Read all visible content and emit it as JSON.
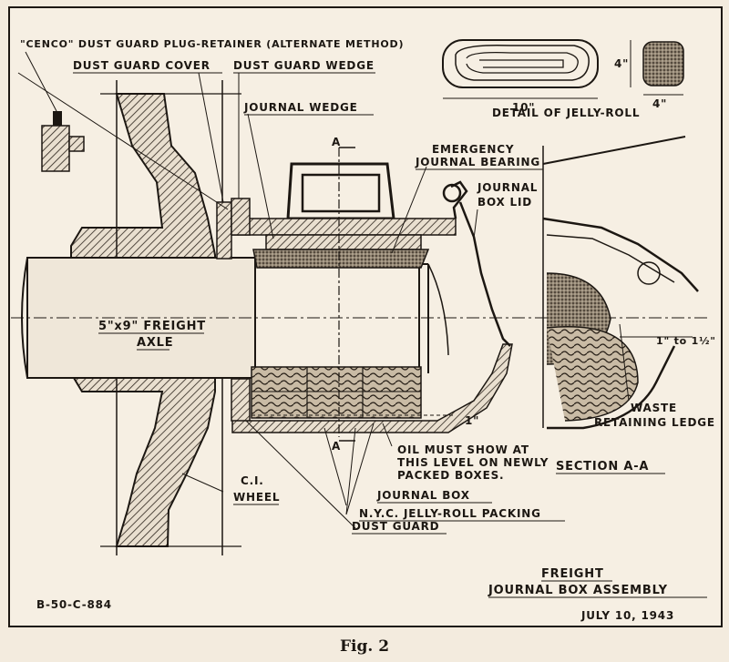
{
  "labels": {
    "plug_retainer": "\"CENCO\" DUST GUARD PLUG-RETAINER (ALTERNATE METHOD)",
    "dust_guard_cover": "DUST GUARD COVER",
    "dust_guard_wedge": "DUST GUARD WEDGE",
    "journal_wedge": "JOURNAL WEDGE",
    "emergency_line1": "EMERGENCY",
    "emergency_line2": "JOURNAL BEARING",
    "lid_line1": "JOURNAL",
    "lid_line2": "BOX LID",
    "axle_line1": "5\"x9\" FREIGHT",
    "axle_line2": "AXLE",
    "wheel_line1": "C.I.",
    "wheel_line2": "WHEEL",
    "oil_line1": "OIL MUST SHOW AT",
    "oil_line2": "THIS LEVEL ON NEWLY",
    "oil_line3": "PACKED BOXES.",
    "journal_box": "JOURNAL BOX",
    "jelly_roll_packing": "N.Y.C. JELLY-ROLL PACKING",
    "dust_guard": "DUST GUARD",
    "section_mark_top": "A",
    "section_mark_bottom": "A",
    "dim_one_inch": "1\"",
    "dim_range": "1\" to 1½\"",
    "waste_line1": "WASTE",
    "waste_line2": "RETAINING LEDGE",
    "section_aa": "SECTION A-A",
    "jelly_width": "10\"",
    "jelly_height": "4\"",
    "jelly_end": "4\"",
    "jelly_detail": "DETAIL OF JELLY-ROLL",
    "title_line1": "FREIGHT",
    "title_line2": "JOURNAL BOX ASSEMBLY",
    "date": "JULY 10, 1943",
    "drawing_number": "B-50-C-884"
  },
  "caption": "Fig. 2"
}
